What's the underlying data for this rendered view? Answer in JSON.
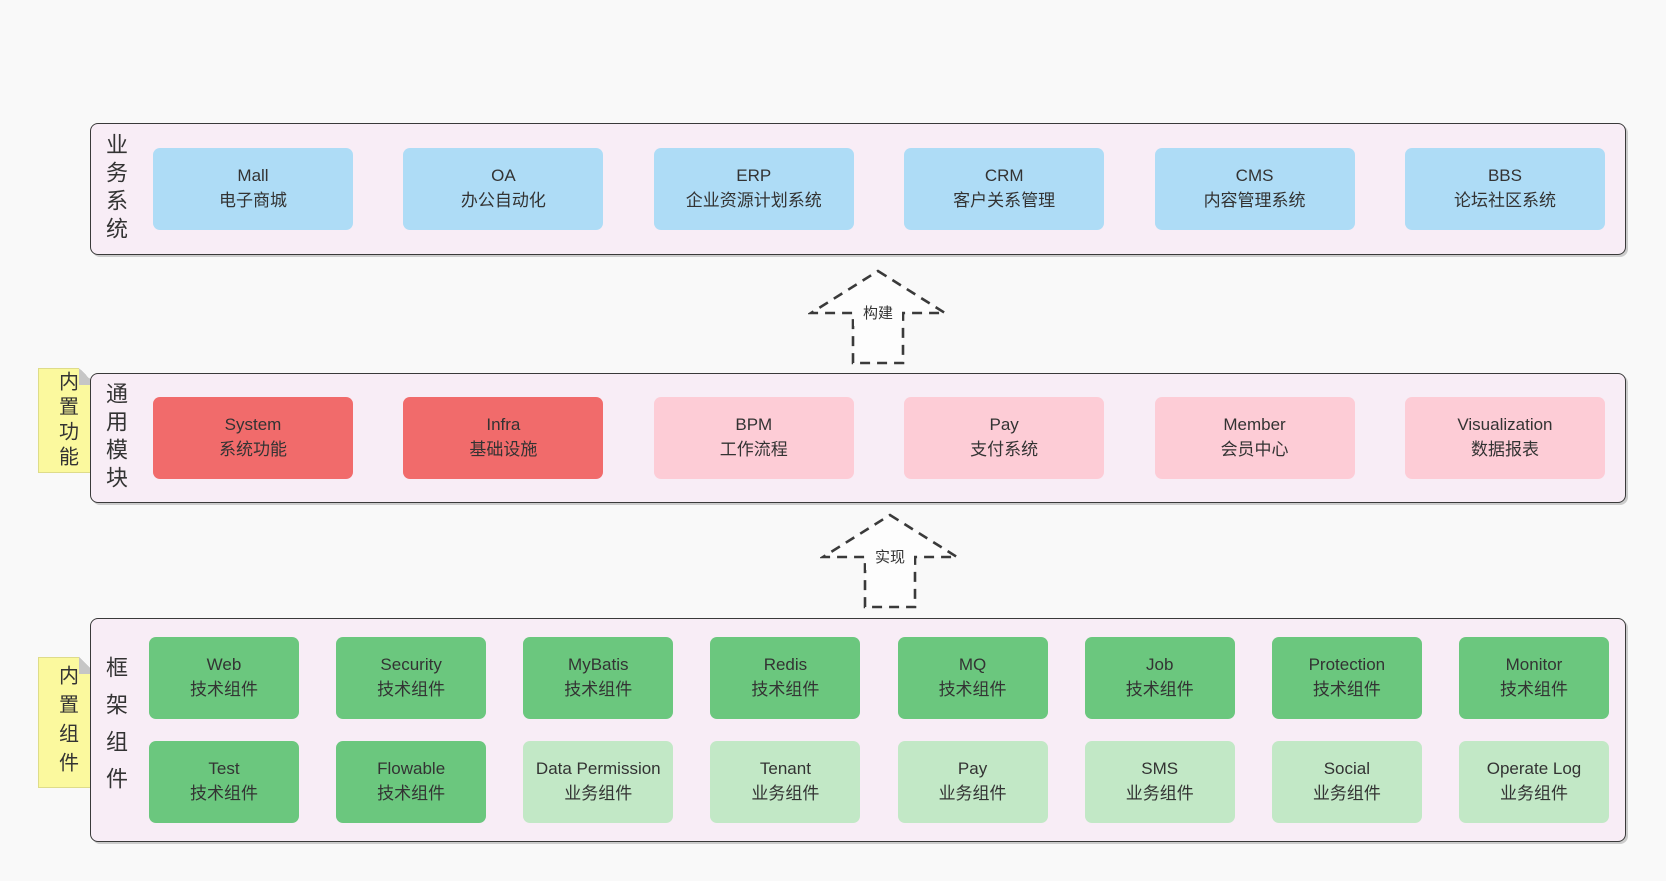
{
  "colors": {
    "page_bg": "#f9f9f9",
    "band_bg": "#f8edf6",
    "band_border": "#3a3a3a",
    "blue_box": "#aedcf6",
    "red_box": "#f16b6b",
    "pink_box": "#fdccd6",
    "green_box": "#6bc77e",
    "green_light_box": "#c2e8c6",
    "note_bg": "#fbf99e",
    "text": "#333333"
  },
  "arrows": {
    "build": {
      "label": "构建"
    },
    "implement": {
      "label": "实现"
    }
  },
  "bands": [
    {
      "label_vertical": "业务系统",
      "boxes": [
        {
          "title": "Mall",
          "subtitle": "电子商城"
        },
        {
          "title": "OA",
          "subtitle": "办公自动化"
        },
        {
          "title": "ERP",
          "subtitle": "企业资源计划系统"
        },
        {
          "title": "CRM",
          "subtitle": "客户关系管理"
        },
        {
          "title": "CMS",
          "subtitle": "内容管理系统"
        },
        {
          "title": "BBS",
          "subtitle": "论坛社区系统"
        }
      ]
    },
    {
      "label_vertical": "通用模块",
      "note": "内置功能",
      "boxes": [
        {
          "title": "System",
          "subtitle": "系统功能",
          "variant": "red"
        },
        {
          "title": "Infra",
          "subtitle": "基础设施",
          "variant": "red"
        },
        {
          "title": "BPM",
          "subtitle": "工作流程",
          "variant": "pink"
        },
        {
          "title": "Pay",
          "subtitle": "支付系统",
          "variant": "pink"
        },
        {
          "title": "Member",
          "subtitle": "会员中心",
          "variant": "pink"
        },
        {
          "title": "Visualization",
          "subtitle": "数据报表",
          "variant": "pink"
        }
      ]
    },
    {
      "label_vertical": "框架组件",
      "note": "内置组件",
      "rows": [
        {
          "boxes": [
            {
              "title": "Web",
              "subtitle": "技术组件",
              "variant": "green"
            },
            {
              "title": "Security",
              "subtitle": "技术组件",
              "variant": "green"
            },
            {
              "title": "MyBatis",
              "subtitle": "技术组件",
              "variant": "green"
            },
            {
              "title": "Redis",
              "subtitle": "技术组件",
              "variant": "green"
            },
            {
              "title": "MQ",
              "subtitle": "技术组件",
              "variant": "green"
            },
            {
              "title": "Job",
              "subtitle": "技术组件",
              "variant": "green"
            },
            {
              "title": "Protection",
              "subtitle": "技术组件",
              "variant": "green"
            },
            {
              "title": "Monitor",
              "subtitle": "技术组件",
              "variant": "green"
            }
          ]
        },
        {
          "boxes": [
            {
              "title": "Test",
              "subtitle": "技术组件",
              "variant": "green"
            },
            {
              "title": "Flowable",
              "subtitle": "技术组件",
              "variant": "green"
            },
            {
              "title": "Data Permission",
              "subtitle": "业务组件",
              "variant": "green-light"
            },
            {
              "title": "Tenant",
              "subtitle": "业务组件",
              "variant": "green-light"
            },
            {
              "title": "Pay",
              "subtitle": "业务组件",
              "variant": "green-light"
            },
            {
              "title": "SMS",
              "subtitle": "业务组件",
              "variant": "green-light"
            },
            {
              "title": "Social",
              "subtitle": "业务组件",
              "variant": "green-light"
            },
            {
              "title": "Operate Log",
              "subtitle": "业务组件",
              "variant": "green-light"
            }
          ]
        }
      ]
    }
  ]
}
